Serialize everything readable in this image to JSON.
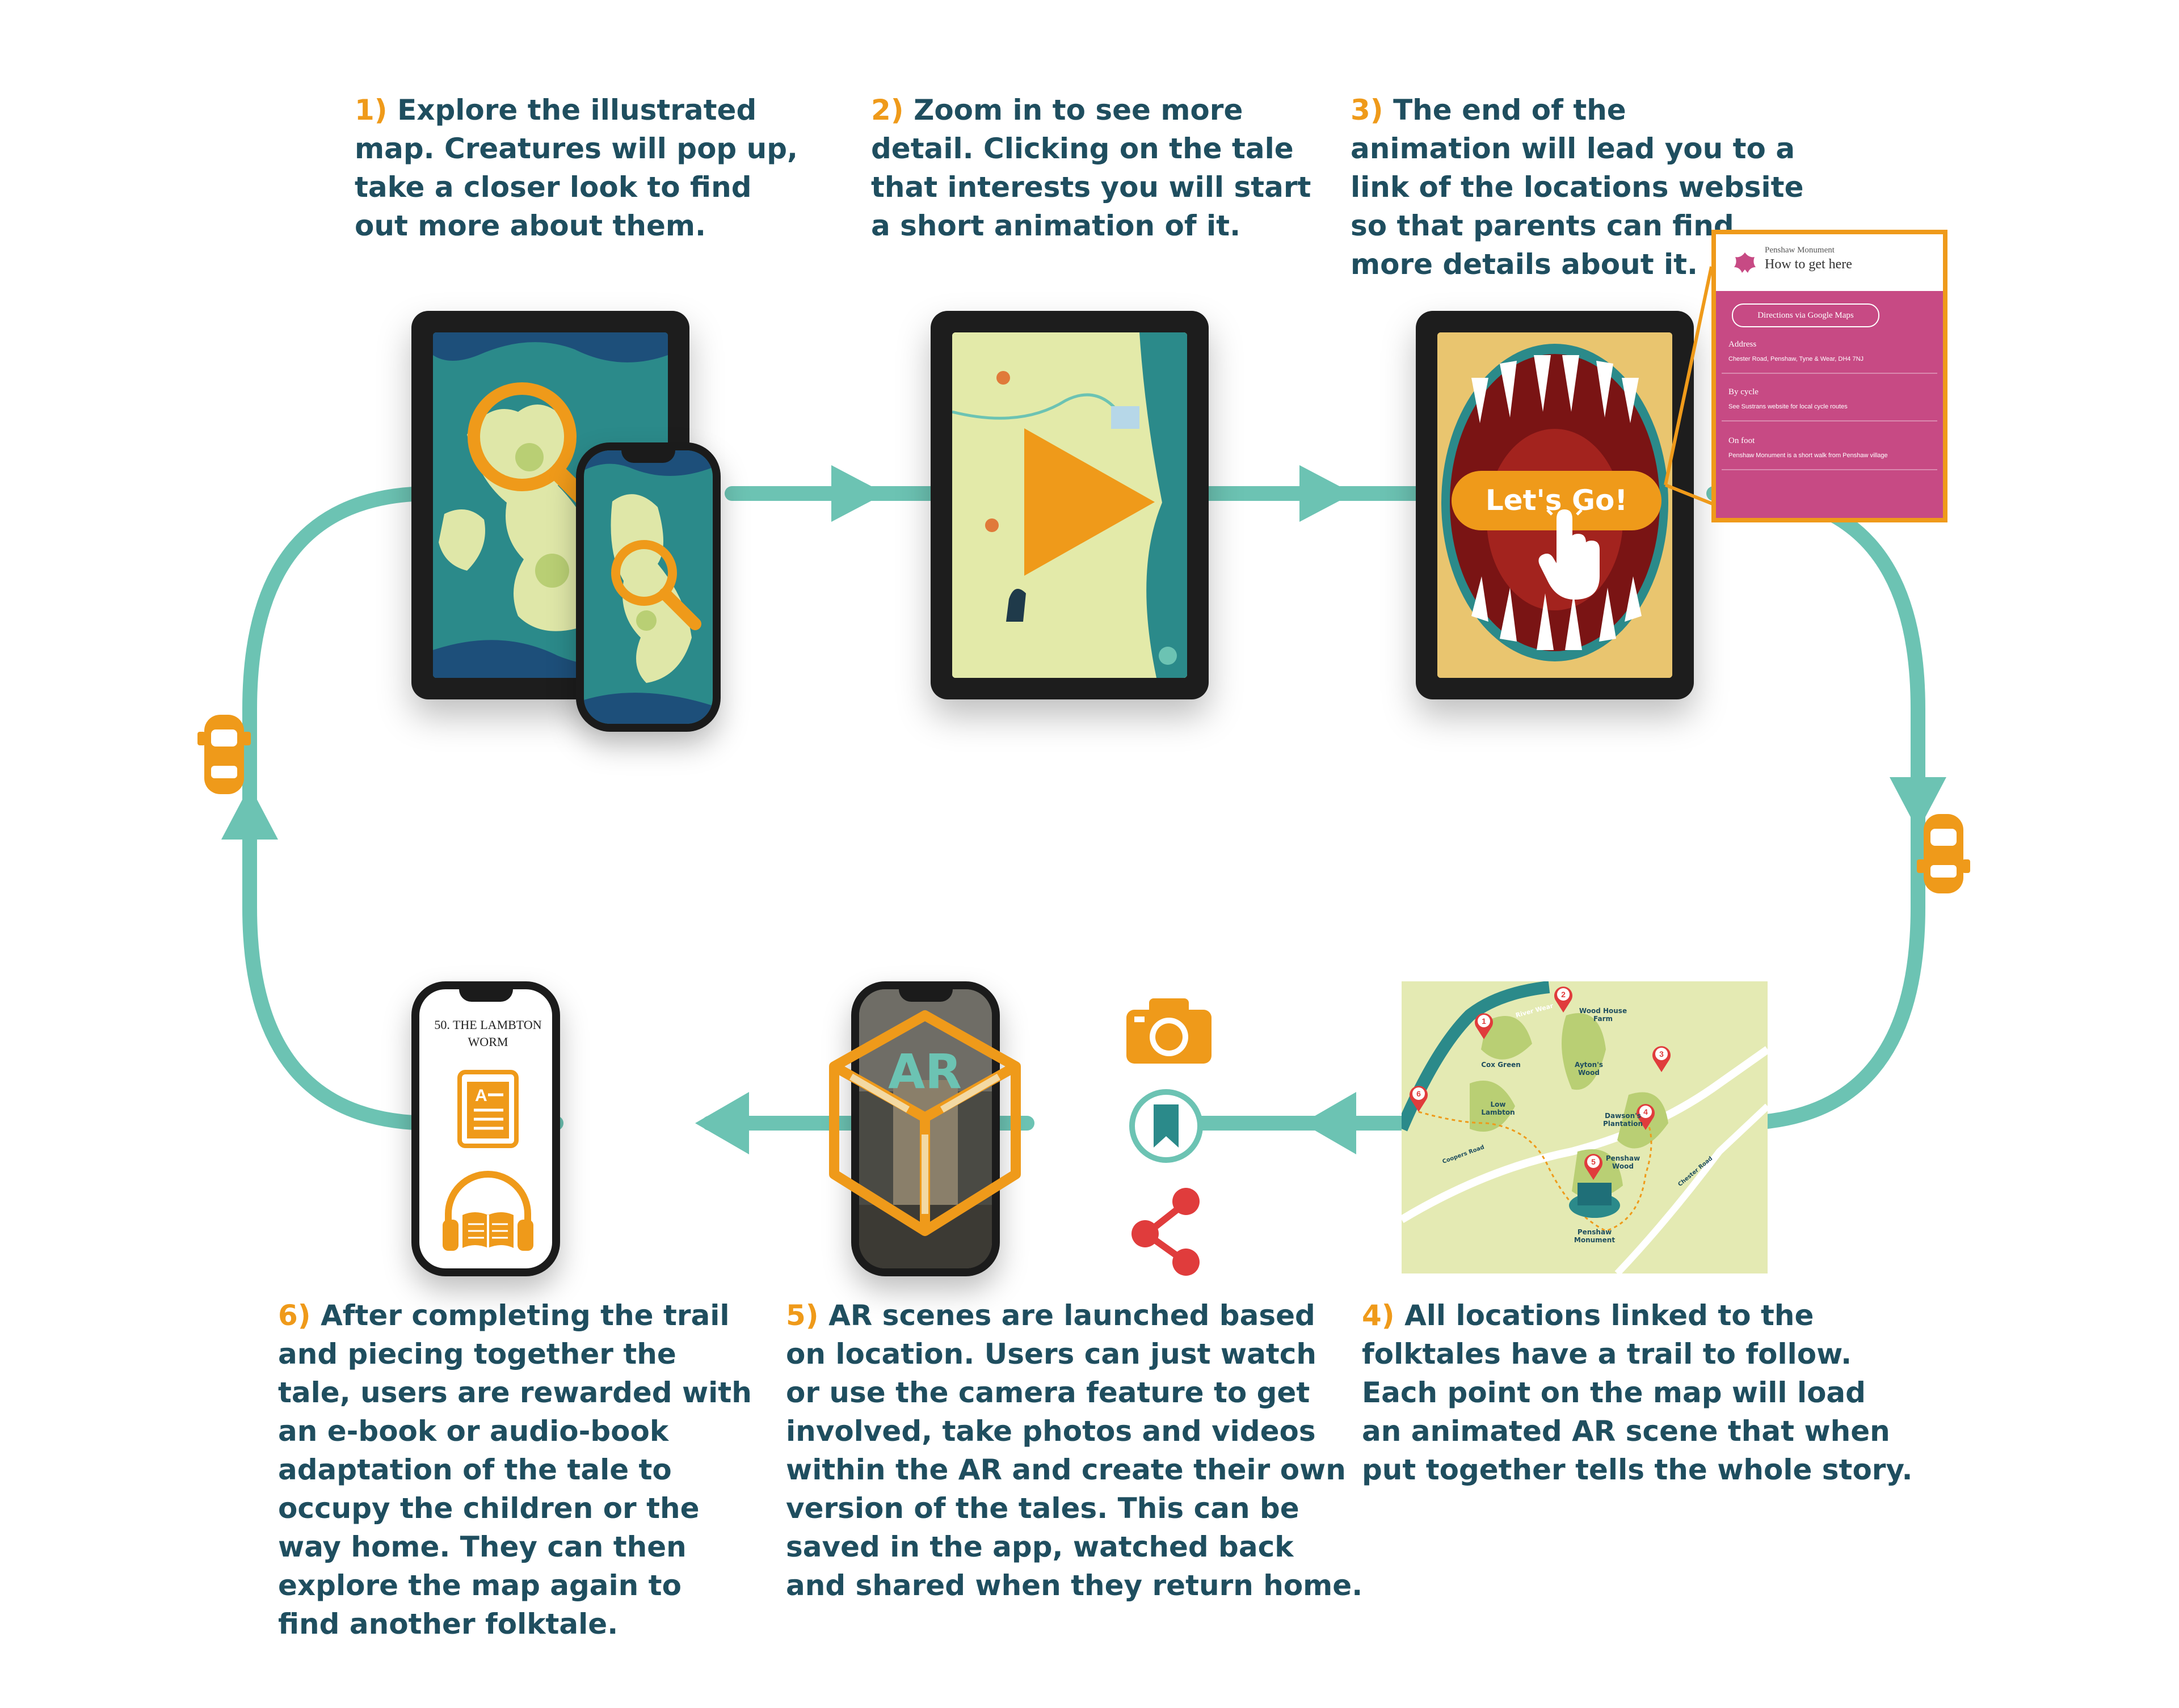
{
  "steps": [
    {
      "num": "1)",
      "lines": [
        "Explore the illustrated",
        "map. Creatures will pop up,",
        "take a closer look to find",
        "out more about them."
      ]
    },
    {
      "num": "2)",
      "lines": [
        "Zoom in to see more",
        "detail. Clicking on the tale",
        "that interests you will start",
        "a short animation of it."
      ]
    },
    {
      "num": "3)",
      "lines": [
        "The end of the",
        "animation will lead you to a",
        "link of the locations website",
        "so that parents can find",
        "more details about it."
      ]
    },
    {
      "num": "4)",
      "lines": [
        "All locations linked to the",
        "folktales have a trail to follow.",
        "Each point on the map will load",
        "an animated AR scene that when",
        "put together tells the whole story."
      ]
    },
    {
      "num": "5)",
      "lines": [
        "AR scenes are launched based",
        "on location. Users can just watch",
        "or use the camera feature to get",
        "involved, take photos and videos",
        "within the AR and create their own",
        "version of the tales. This can be",
        "saved in the app, watched back",
        "and shared when they return home."
      ]
    },
    {
      "num": "6)",
      "lines": [
        "After completing the trail",
        "and piecing together the",
        "tale, users are rewarded  with",
        "an e-book or audio-book",
        "adaptation of the tale to",
        "occupy the children or the",
        "way home. They can then",
        "explore the map again to",
        "find another folktale."
      ]
    }
  ],
  "website_popup": {
    "site_name": "Penshaw Monument",
    "page_title": "How to get here",
    "button": "Directions via Google Maps",
    "sections": [
      {
        "label": "Address",
        "value": "Chester Road, Penshaw, Tyne & Wear, DH4 7NJ"
      },
      {
        "label": "By cycle",
        "value": "See Sustrans website for local cycle routes"
      },
      {
        "label": "On foot",
        "value": "Penshaw Monument is a short walk from Penshaw village"
      }
    ]
  },
  "lets_go_button": "Let's Go!",
  "trail_map": {
    "places": [
      "River Wear",
      "Wood House Farm",
      "Cox Green",
      "Ayton's Wood",
      "Low Lambton",
      "Dawson's Plantation",
      "Penshaw Wood",
      "Penshaw Monument"
    ],
    "roads": [
      "Coopers Road",
      "Chester Road"
    ],
    "markers": [
      "1",
      "2",
      "3",
      "4",
      "5",
      "6"
    ]
  },
  "ebook_title": "50. THE LAMBTON WORM",
  "ebook_icon_letter": "A",
  "ar_label": "AR",
  "icons": [
    "magnifier-icon",
    "play-icon",
    "hand-pointer-icon",
    "camera-icon",
    "bookmark-icon",
    "share-icon",
    "car-icon",
    "ebook-icon",
    "headphones-book-icon"
  ],
  "colors": {
    "teal": "#6cc3b3",
    "orange": "#ef9a1a",
    "navy": "#1f4e5f",
    "red": "#e03c3c",
    "pink": "#c74a84"
  }
}
